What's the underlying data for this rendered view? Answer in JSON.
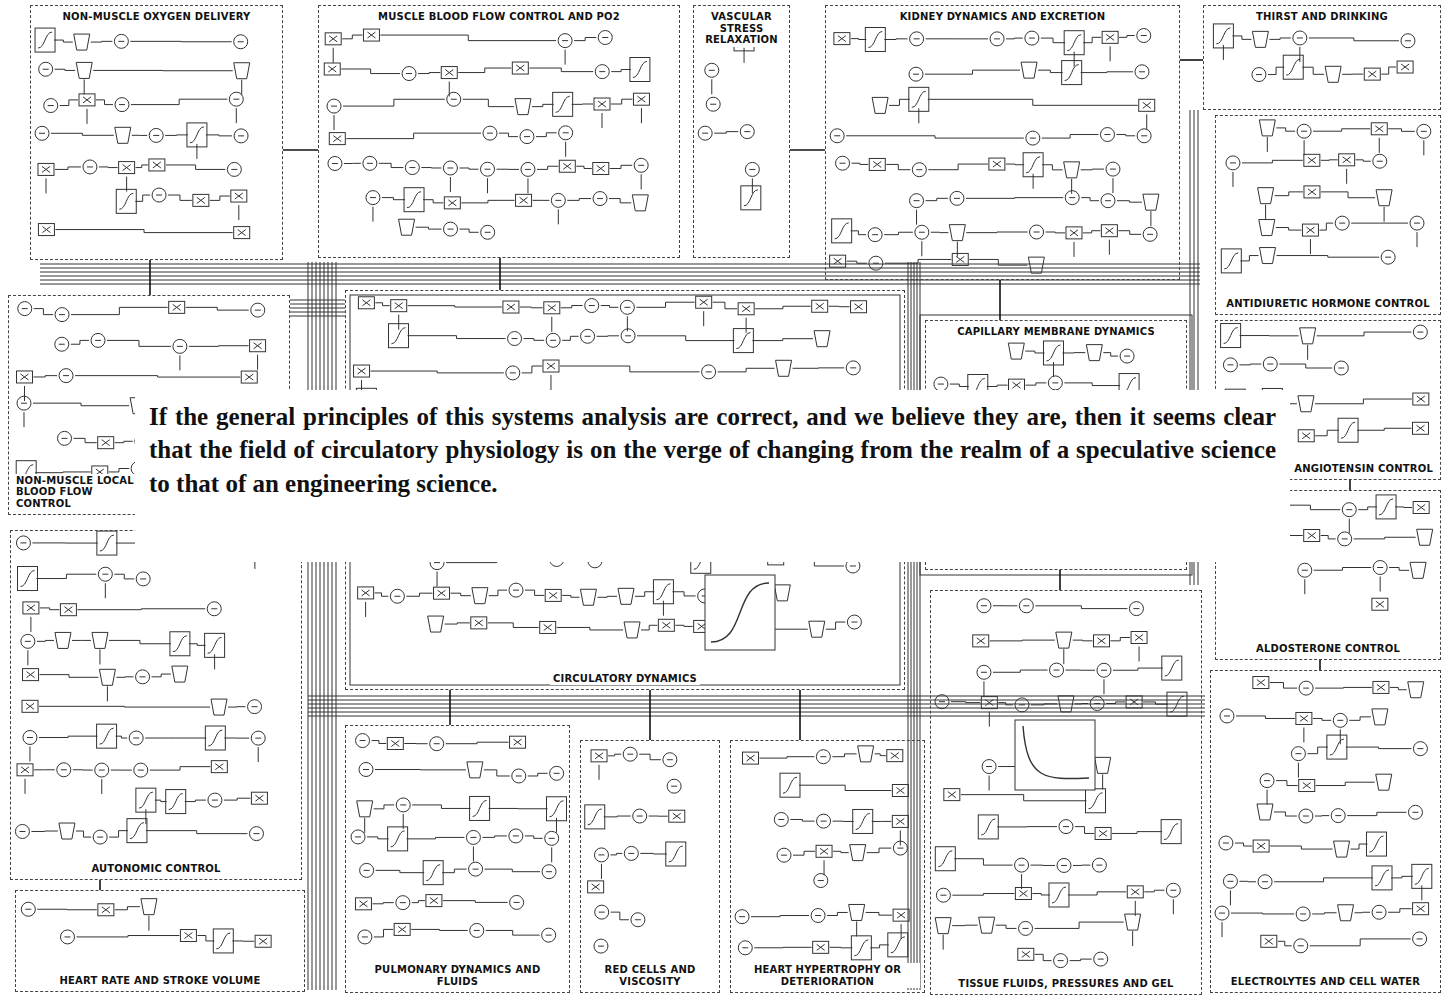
{
  "diagram": {
    "nodes": [
      {
        "text": [
          "NON-MUSCLE OXYGEN DELIVERY"
        ]
      },
      {
        "text": [
          "MUSCLE BLOOD FLOW CONTROL AND PO2"
        ]
      },
      {
        "text": [
          "VASCULAR STRESS RELAXATION"
        ]
      },
      {
        "text": [
          "KIDNEY DYNAMICS AND EXCRETION"
        ]
      },
      {
        "text": [
          "THIRST AND DRINKING"
        ]
      },
      {
        "text": [
          "ANTIDIURETIC HORMONE CONTROL"
        ]
      },
      {
        "text": [
          "NON-MUSCLE LOCAL BLOOD FLOW CONTROL"
        ]
      },
      {
        "text": [
          "CIRCULATORY DYNAMICS"
        ]
      },
      {
        "text": [
          "CAPILLARY MEMBRANE DYNAMICS"
        ]
      },
      {
        "text": [
          "ANGIOTENSIN CONTROL"
        ]
      },
      {
        "text": [
          "If the general principles of this systems analysis are correct, and we believe they are, then it seems clear that the field of circulatory physiology is on the verge of changing from the realm of a speculative science to that of an engineering science."
        ]
      },
      {
        "text": [
          "AUTONOMIC CONTROL"
        ]
      },
      {
        "text": [
          "ALDOSTERONE CONTROL"
        ]
      },
      {
        "text": [
          "TISSUE FLUIDS, PRESSURES AND GEL"
        ]
      },
      {
        "text": [
          "ELECTROLYTES AND CELL WATER"
        ]
      },
      {
        "text": [
          "HEART RATE AND STROKE VOLUME"
        ]
      },
      {
        "text": [
          "PULMONARY DYNAMICS AND FLUIDS"
        ]
      },
      {
        "text": [
          "RED CELLS AND VISCOSITY"
        ]
      },
      {
        "text": [
          "HEART HYPERTROPHY OR DETERIORATION"
        ]
      }
    ],
    "edges": [
      {
        "from": 0,
        "to": 1,
        "arrow": "none"
      },
      {
        "from": 2,
        "to": 3,
        "arrow": "none"
      },
      {
        "from": 3,
        "to": 4,
        "arrow": "none"
      },
      {
        "from": 0,
        "to": 6,
        "arrow": "none"
      },
      {
        "from": 1,
        "to": 7,
        "arrow": "none"
      },
      {
        "from": 3,
        "to": 8,
        "arrow": "none"
      },
      {
        "from": 9,
        "to": 12,
        "arrow": "none"
      },
      {
        "from": 13,
        "to": 8,
        "arrow": "none"
      },
      {
        "from": 12,
        "to": 14,
        "arrow": "none"
      },
      {
        "from": 11,
        "to": 15,
        "arrow": "none"
      },
      {
        "from": 7,
        "to": 16,
        "arrow": "none"
      },
      {
        "from": 7,
        "to": 17,
        "arrow": "none"
      },
      {
        "from": 7,
        "to": 18,
        "arrow": "none"
      }
    ]
  }
}
